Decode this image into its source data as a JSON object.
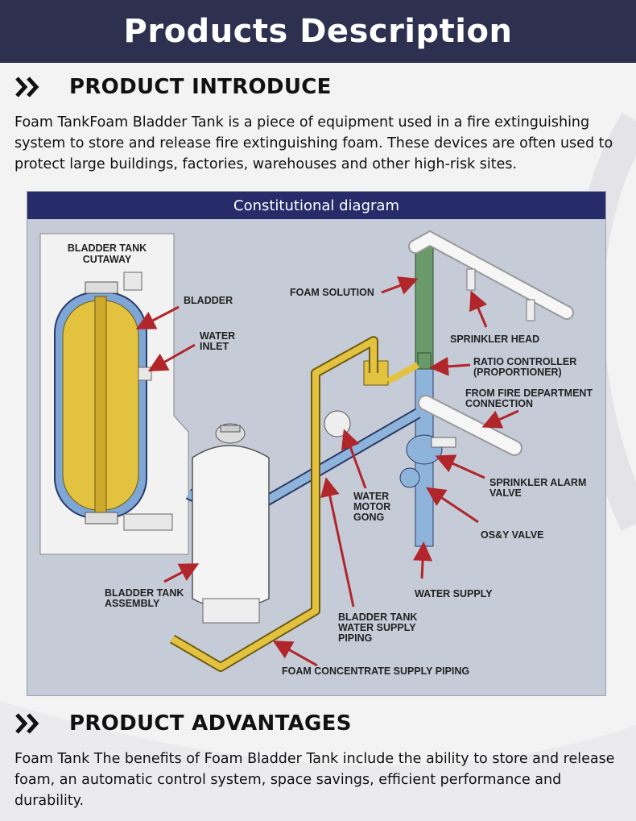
{
  "header": {
    "title": "Products Description"
  },
  "intro": {
    "heading": "PRODUCT INTRODUCE",
    "line1": "Foam TankFoam Bladder Tank is a piece of equipment used in a fire extinguishing",
    "line2": "system to store and release fire extinguishing foam. These devices are often used to",
    "line3": "protect large buildings, factories, warehouses and other high-risk sites."
  },
  "diagram": {
    "title": "Constitutional diagram",
    "labels": {
      "cutaway_1": "BLADDER TANK",
      "cutaway_2": "CUTAWAY",
      "bladder": "BLADDER",
      "water_inlet_1": "WATER",
      "water_inlet_2": "INLET",
      "foam_solution": "FOAM SOLUTION",
      "sprinkler_head": "SPRINKLER HEAD",
      "ratio_1": "RATIO CONTROLLER",
      "ratio_2": "(PROPORTIONER)",
      "fire_dept_1": "FROM FIRE DEPARTMENT",
      "fire_dept_2": "CONNECTION",
      "alarm_1": "SPRINKLER ALARM",
      "alarm_2": "VALVE",
      "gong_1": "WATER",
      "gong_2": "MOTOR",
      "gong_3": "GONG",
      "osy": "OS&Y VALVE",
      "assembly_1": "BLADDER TANK",
      "assembly_2": "ASSEMBLY",
      "water_supply": "WATER SUPPLY",
      "supply_pipe_1": "BLADDER TANK",
      "supply_pipe_2": "WATER SUPPLY",
      "supply_pipe_3": "PIPING",
      "foam_conc": "FOAM CONCENTRATE SUPPLY PIPING"
    }
  },
  "advantages": {
    "heading": "PRODUCT ADVANTAGES",
    "line1": "Foam Tank The benefits of Foam Bladder Tank include the ability to store and release",
    "line2": "foam, an automatic control system, space savings, efficient performance and",
    "line3": "durability."
  },
  "colors": {
    "header_bg": "#2e3050",
    "diagram_title_bg": "#262b6a",
    "diagram_bg": "#c6cbd8",
    "foam_yellow": "#e3c23f",
    "water_blue": "#8fb4dc",
    "foam_green": "#6a9a6a",
    "arrow_red": "#b0262a"
  }
}
